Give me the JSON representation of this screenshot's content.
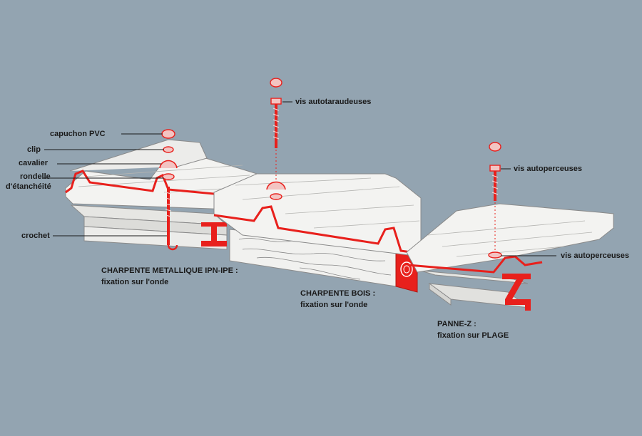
{
  "colors": {
    "background": "#93a4b1",
    "profile": "#e8201c",
    "sheet": "#f3f3f1",
    "sheet_shade": "#d9d9d6",
    "outline": "#8a8a8a",
    "leader": "#1a1a1a"
  },
  "labels": {
    "capuchon": "capuchon PVC",
    "clip": "clip",
    "cavalier": "cavalier",
    "rondelle_1": "rondelle",
    "rondelle_2": "d'étanchéité",
    "crochet": "crochet",
    "vis_autotaraudeuses": "vis autotaraudeuses",
    "vis_autoperceuses_top": "vis autoperceuses",
    "vis_autoperceuses_bottom": "vis autoperceuses"
  },
  "captions": {
    "metal": {
      "line1": "CHARPENTE METALLIQUE IPN-IPE :",
      "line2": "fixation sur l'onde"
    },
    "wood": {
      "line1": "CHARPENTE BOIS :",
      "line2": "fixation sur l'onde"
    },
    "z": {
      "line1": "PANNE-Z :",
      "line2": "fixation sur PLAGE"
    }
  }
}
